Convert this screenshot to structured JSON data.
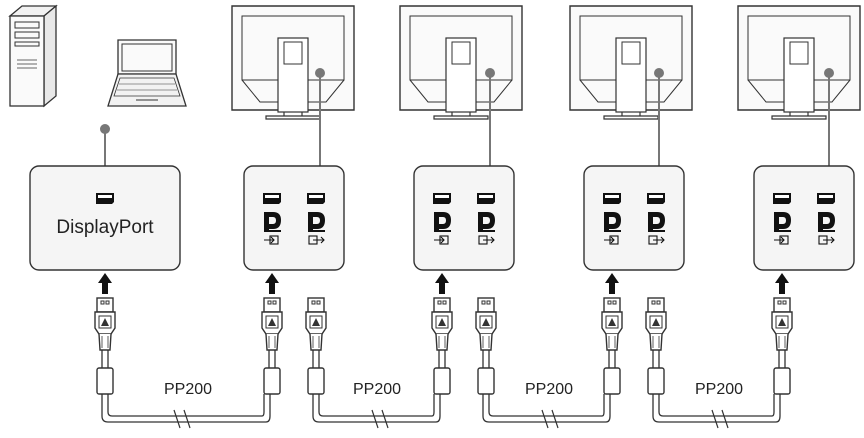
{
  "source_panel": {
    "label": "DisplayPort"
  },
  "cables": [
    {
      "label": "PP200"
    },
    {
      "label": "PP200"
    },
    {
      "label": "PP200"
    },
    {
      "label": "PP200"
    }
  ],
  "icons": {
    "tower": "desktop-tower-icon",
    "laptop": "laptop-icon",
    "monitor": "monitor-rear-icon",
    "dp_logo": "displayport-logo-icon",
    "port": "displayport-socket-icon",
    "plug": "displayport-plug-icon",
    "arrow": "arrow-up-icon",
    "port_in": "input-port-icon",
    "port_out": "output-port-icon"
  },
  "colors": {
    "stroke": "#333333",
    "panel_fill": "#f5f5f5",
    "device_fill": "#f7f7f7",
    "dot": "#777777",
    "arrow": "#111111"
  }
}
